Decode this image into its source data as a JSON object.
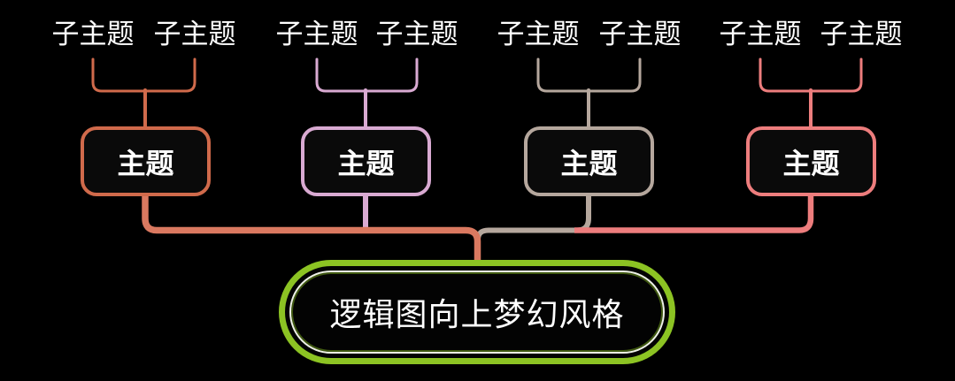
{
  "root": {
    "label": "逻辑图向上梦幻风格"
  },
  "topics": [
    {
      "label": "主题",
      "subtopics": [
        "子主题",
        "子主题"
      ]
    },
    {
      "label": "主题",
      "subtopics": [
        "子主题",
        "子主题"
      ]
    },
    {
      "label": "主题",
      "subtopics": [
        "子主题",
        "子主题"
      ]
    },
    {
      "label": "主题",
      "subtopics": [
        "子主题",
        "子主题"
      ]
    }
  ],
  "colors": {
    "background": "#000000",
    "node_fill": "#0a0a0a",
    "root_fill": "#030303",
    "text": "#ffffff",
    "topic1": "#d06a4b",
    "topic2": "#d9aad2",
    "topic3": "#b5a79d",
    "topic4": "#ed7d7d",
    "trunk": "#da7960",
    "root_border": "#8cc323",
    "root_ring": "#eef2e6"
  }
}
